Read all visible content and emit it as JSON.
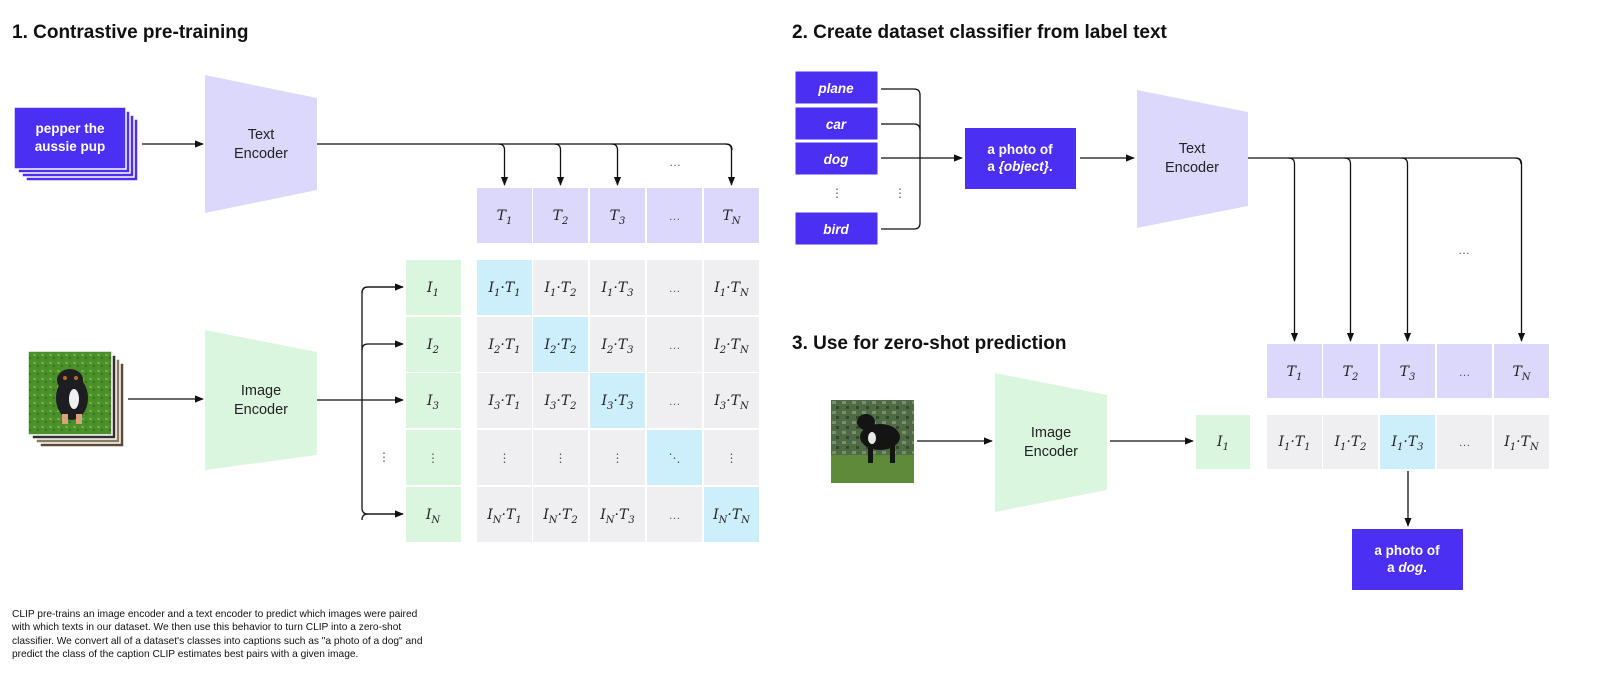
{
  "colors": {
    "brand_purple": "#4b2ff2",
    "text_encoder": "#dcd8fc",
    "image_encoder": "#dbf6df",
    "matrix_cell": "#efeff1",
    "matrix_diag": "#cdeffb",
    "i_cell": "#dbf6df",
    "t_cell": "#dcd8fc"
  },
  "section1": {
    "title": "1. Contrastive pre-training",
    "text_input_line1": "pepper the",
    "text_input_line2": "aussie pup",
    "text_encoder_line1": "Text",
    "text_encoder_line2": "Encoder",
    "image_encoder_line1": "Image",
    "image_encoder_line2": "Encoder",
    "image_input_icon": "photo-of-puppy",
    "t_labels": [
      {
        "base": "T",
        "sub": "1"
      },
      {
        "base": "T",
        "sub": "2"
      },
      {
        "base": "T",
        "sub": "3"
      },
      {
        "base": "…",
        "sub": ""
      },
      {
        "base": "T",
        "sub": "N"
      }
    ],
    "i_labels": [
      {
        "base": "I",
        "sub": "1"
      },
      {
        "base": "I",
        "sub": "2"
      },
      {
        "base": "I",
        "sub": "3"
      },
      {
        "base": "⋮",
        "sub": ""
      },
      {
        "base": "I",
        "sub": "N"
      }
    ],
    "arrow_ellipsis": "…",
    "left_ellipsis": "⋮",
    "matrix": [
      [
        "I1·T1",
        "I1·T2",
        "I1·T3",
        "…",
        "I1·TN"
      ],
      [
        "I2·T1",
        "I2·T2",
        "I2·T3",
        "…",
        "I2·TN"
      ],
      [
        "I3·T1",
        "I3·T2",
        "I3·T3",
        "…",
        "I3·TN"
      ],
      [
        "⋮",
        "⋮",
        "⋮",
        "⋱",
        "⋮"
      ],
      [
        "IN·T1",
        "IN·T2",
        "IN·T3",
        "…",
        "IN·TN"
      ]
    ],
    "highlight_diagonal": true
  },
  "section2": {
    "title": "2. Create dataset classifier from label text",
    "labels": [
      "plane",
      "car",
      "dog",
      "bird"
    ],
    "labels_ellipsis": "⋮",
    "template_line1": "a photo of",
    "template_line2_pre": "a ",
    "template_line2_em": "{object}",
    "template_line2_post": ".",
    "text_encoder_line1": "Text",
    "text_encoder_line2": "Encoder",
    "arrow_ellipsis": "…"
  },
  "section3": {
    "title": "3. Use for zero-shot prediction",
    "image_input_icon": "photo-of-dog",
    "image_encoder_line1": "Image",
    "image_encoder_line2": "Encoder",
    "i_label": {
      "base": "I",
      "sub": "1"
    },
    "t_labels": [
      {
        "base": "T",
        "sub": "1"
      },
      {
        "base": "T",
        "sub": "2"
      },
      {
        "base": "T",
        "sub": "3"
      },
      {
        "base": "…",
        "sub": ""
      },
      {
        "base": "T",
        "sub": "N"
      }
    ],
    "scores": [
      "I1·T1",
      "I1·T2",
      "I1·T3",
      "…",
      "I1·TN"
    ],
    "selected_index": 2,
    "result_line1": "a photo of",
    "result_line2_pre": "a ",
    "result_line2_em": "dog",
    "result_line2_post": "."
  },
  "caption": "CLIP pre-trains an image encoder and a text encoder to predict which images were paired with which texts in our dataset. We then use this behavior to turn CLIP into a zero-shot classifier. We convert all of a dataset's classes into captions such as \"a photo of a dog\" and predict the class of the caption CLIP estimates best pairs with a given image."
}
